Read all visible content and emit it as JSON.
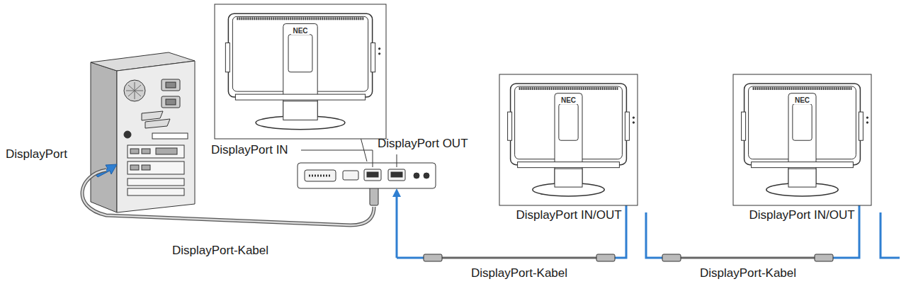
{
  "diagram": {
    "labels": [
      "DisplayPort",
      "DisplayPort IN",
      "DisplayPort OUT",
      "NEC",
      "NEC",
      "NEC",
      "DisplayPort IN/OUT",
      "DisplayPort IN/OUT",
      "DisplayPort-Kabel",
      "DisplayPort-Kabel",
      "DisplayPort-Kabel"
    ]
  }
}
